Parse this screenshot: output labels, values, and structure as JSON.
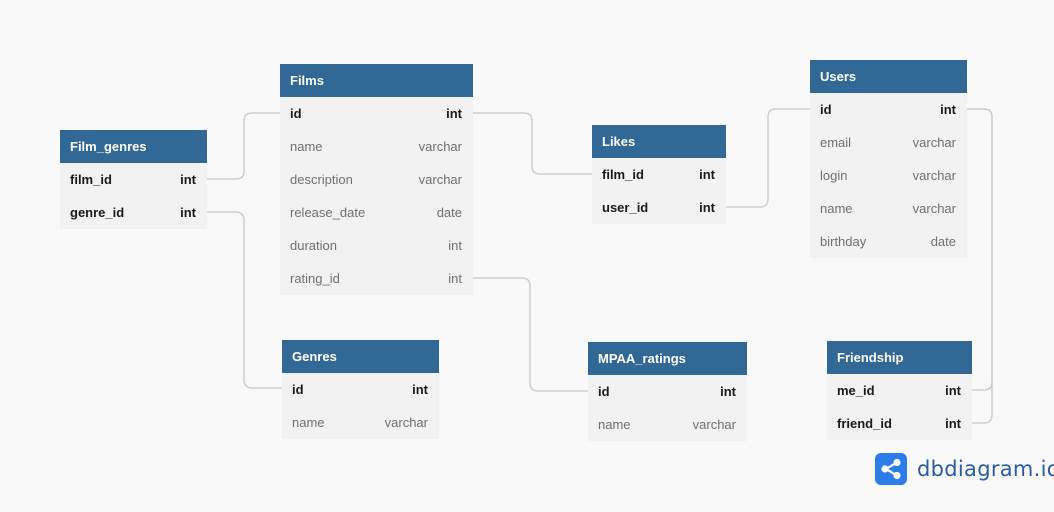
{
  "tables": [
    {
      "id": "films",
      "name": "Films",
      "fields": [
        {
          "name": "id",
          "type": "int",
          "key": true
        },
        {
          "name": "name",
          "type": "varchar",
          "key": false
        },
        {
          "name": "description",
          "type": "varchar",
          "key": false
        },
        {
          "name": "release_date",
          "type": "date",
          "key": false
        },
        {
          "name": "duration",
          "type": "int",
          "key": false
        },
        {
          "name": "rating_id",
          "type": "int",
          "key": false
        }
      ]
    },
    {
      "id": "film_genres",
      "name": "Film_genres",
      "fields": [
        {
          "name": "film_id",
          "type": "int",
          "key": true
        },
        {
          "name": "genre_id",
          "type": "int",
          "key": true
        }
      ]
    },
    {
      "id": "likes",
      "name": "Likes",
      "fields": [
        {
          "name": "film_id",
          "type": "int",
          "key": true
        },
        {
          "name": "user_id",
          "type": "int",
          "key": true
        }
      ]
    },
    {
      "id": "users",
      "name": "Users",
      "fields": [
        {
          "name": "id",
          "type": "int",
          "key": true
        },
        {
          "name": "email",
          "type": "varchar",
          "key": false
        },
        {
          "name": "login",
          "type": "varchar",
          "key": false
        },
        {
          "name": "name",
          "type": "varchar",
          "key": false
        },
        {
          "name": "birthday",
          "type": "date",
          "key": false
        }
      ]
    },
    {
      "id": "genres",
      "name": "Genres",
      "fields": [
        {
          "name": "id",
          "type": "int",
          "key": true
        },
        {
          "name": "name",
          "type": "varchar",
          "key": false
        }
      ]
    },
    {
      "id": "mpaa",
      "name": "MPAA_ratings",
      "fields": [
        {
          "name": "id",
          "type": "int",
          "key": true
        },
        {
          "name": "name",
          "type": "varchar",
          "key": false
        }
      ]
    },
    {
      "id": "friendship",
      "name": "Friendship",
      "fields": [
        {
          "name": "me_id",
          "type": "int",
          "key": true
        },
        {
          "name": "friend_id",
          "type": "int",
          "key": true
        }
      ]
    }
  ],
  "relations": [
    {
      "from": "film_genres.film_id",
      "to": "films.id"
    },
    {
      "from": "film_genres.genre_id",
      "to": "genres.id"
    },
    {
      "from": "likes.film_id",
      "to": "films.id"
    },
    {
      "from": "likes.user_id",
      "to": "users.id"
    },
    {
      "from": "mpaa.id",
      "to": "films.rating_id"
    },
    {
      "from": "friendship.me_id",
      "to": "users.id"
    },
    {
      "from": "friendship.friend_id",
      "to": "users.id"
    }
  ],
  "branding": {
    "logo_text": "dbdiagram.io"
  },
  "colors": {
    "header": "#316896",
    "body": "#f2f2f2",
    "connector": "#c8c8c8",
    "logo": "#2b7de9"
  }
}
